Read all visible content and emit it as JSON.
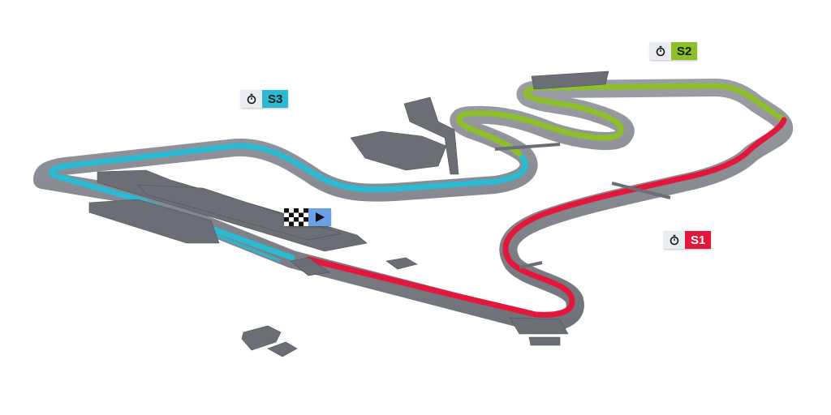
{
  "sectors": [
    {
      "id": "s1",
      "label": "S1",
      "color": "#e3173c",
      "icon": "stopwatch-icon"
    },
    {
      "id": "s2",
      "label": "S2",
      "color": "#8cbf2a",
      "icon": "stopwatch-icon"
    },
    {
      "id": "s3",
      "label": "S3",
      "color": "#2bbad3",
      "icon": "stopwatch-icon"
    }
  ],
  "start_finish": {
    "flag_icon": "checkered-flag-icon",
    "direction_icon": "play-arrow-icon",
    "color": "#6aa0e6"
  },
  "track": {
    "base_color": "#8c8f96",
    "side_color": "#7a7d84"
  }
}
